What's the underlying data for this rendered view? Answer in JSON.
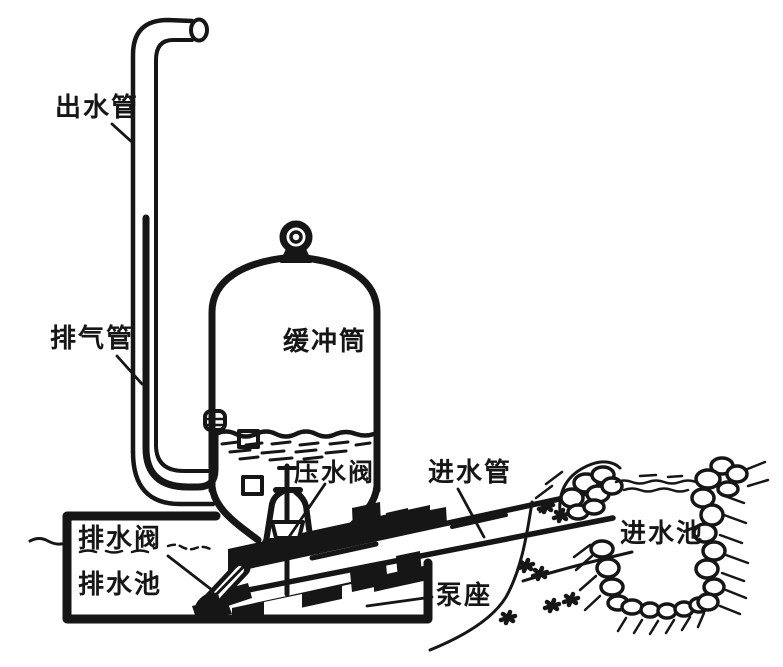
{
  "figure": {
    "paper_color": "#ffffff",
    "ink_color": "#161616",
    "labels": {
      "outlet_pipe": "出水管",
      "exhaust_pipe": "排气管",
      "buffer_tank": "缓冲筒",
      "pressure_valve": "压水阀",
      "inlet_pipe": "进水管",
      "inlet_pool": "进水池",
      "drain_valve": "排水阀",
      "drain_pool": "排水池",
      "pump_base": "泵座"
    }
  }
}
